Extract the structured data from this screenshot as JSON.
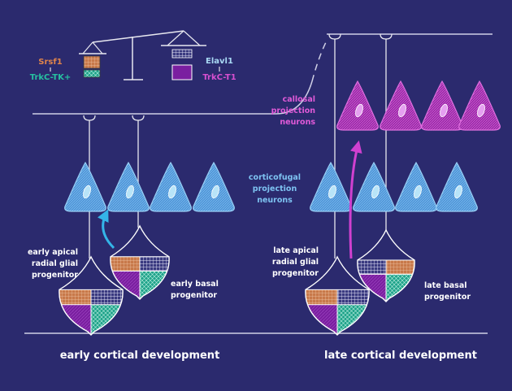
{
  "colors": {
    "background": "#2b2a6e",
    "line": "#e8e8f0",
    "neuron_blue": "#5aa8e6",
    "neuron_pink": "#c23bc9",
    "orange": "#c8794a",
    "teal": "#1fa38a",
    "purple": "#7a1fa0",
    "light": "#d9d9ee",
    "text_white": "#ffffff",
    "text_blue": "#7ec3f2",
    "text_pink": "#e05ad8",
    "arrow_blue": "#34b5e8",
    "arrow_pink": "#d040d0"
  },
  "balance": {
    "left_top": "Srsf1",
    "left_bottom": "TrkC-TK+",
    "right_top": "Elavl1",
    "right_bottom": "TrkC-T1"
  },
  "labels": {
    "early_apical": [
      "early apical",
      "radial glial",
      "progenitor"
    ],
    "early_basal": [
      "early basal",
      "progenitor"
    ],
    "late_apical": [
      "late apical",
      "radial glial",
      "progenitor"
    ],
    "late_basal": [
      "late basal",
      "progenitor"
    ],
    "corticofugal": [
      "corticofugal",
      "projection",
      "neurons"
    ],
    "callosal": [
      "callosal",
      "projection",
      "neurons"
    ],
    "early_title": "early cortical development",
    "late_title": "late cortical development"
  }
}
